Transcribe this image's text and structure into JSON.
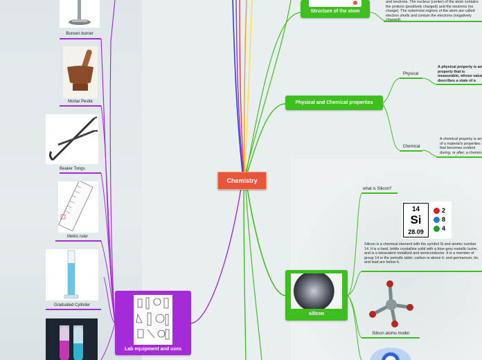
{
  "central": {
    "label": "Chemistry"
  },
  "colors": {
    "central": "#e8553a",
    "green": "#3fbf1f",
    "purple": "#a52bd8"
  },
  "topics": {
    "structure_atom": {
      "label": "Structure of the atom"
    },
    "physical_chemical": {
      "label": "Physical and Chemical properties"
    },
    "silicon": {
      "label": "silicon"
    },
    "lab": {
      "label": "Lab equipment and uses"
    }
  },
  "structure_text": "and neutrons. The nucleus (center) of the atom contains the protons (positively charged) and the neutrons (no charge). The outermost regions of the atom are called electron shells and contain the electrons (negatively charged).",
  "physical": {
    "label": "Physical",
    "desc": "A physical property is any property that is measurable, whose value describes a state of a physical system. The changes in the physical properties of a system can be used to describe its changes"
  },
  "chemical": {
    "label": "Chemical",
    "desc": "A chemical property is any of a material's properties that becomes evident during, or after, a chemical reaction; that is, any quality that can be established only by changing a substance's chemical identity."
  },
  "silicon_children": {
    "what_is": "what is Silicon?",
    "element_number": "14",
    "element_symbol": "Si",
    "element_mass": "28.09",
    "shells": [
      "2",
      "8",
      "4"
    ],
    "desc": "Silicon is a chemical element with the symbol Si and atomic number 14. It is a hard, brittle crystalline solid with a blue-grey metallic lustre, and is a tetravalent metalloid and semiconductor. It is a member of group 14 in the periodic table: carbon is above it; and germanium, tin, and lead are below it.",
    "atoms_model": "Silicon atoms model"
  },
  "lab_items": [
    {
      "label": "Bunsen burner"
    },
    {
      "label": "Mortar Pestle"
    },
    {
      "label": "Beaker Tongs"
    },
    {
      "label": "Metric ruler"
    },
    {
      "label": "Graduated Cylinder"
    }
  ]
}
